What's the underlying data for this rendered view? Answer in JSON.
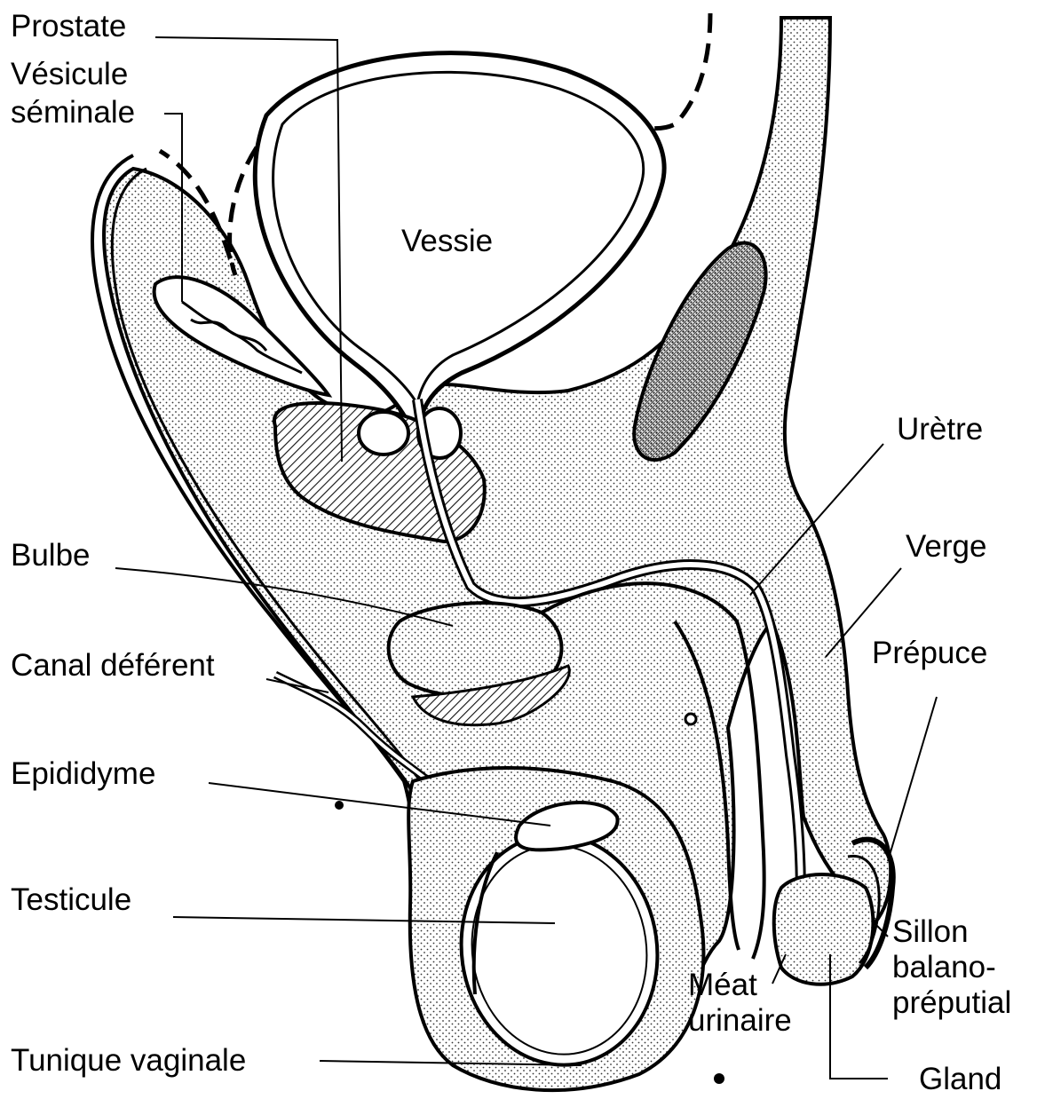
{
  "labels": {
    "prostate": "Prostate",
    "vesicule_l1": "Vésicule",
    "vesicule_l2": "séminale",
    "vessie": "Vessie",
    "bulbe": "Bulbe",
    "canal": "Canal déférent",
    "epididyme": "Epididyme",
    "testicule": "Testicule",
    "tunique": "Tunique vaginale",
    "uretre": "Urètre",
    "verge": "Verge",
    "prepuce": "Prépuce",
    "sillon_l1": "Sillon",
    "sillon_l2": "balano-",
    "sillon_l3": "préputial",
    "meat_l1": "Méat",
    "meat_l2": "urinaire",
    "gland": "Gland"
  }
}
